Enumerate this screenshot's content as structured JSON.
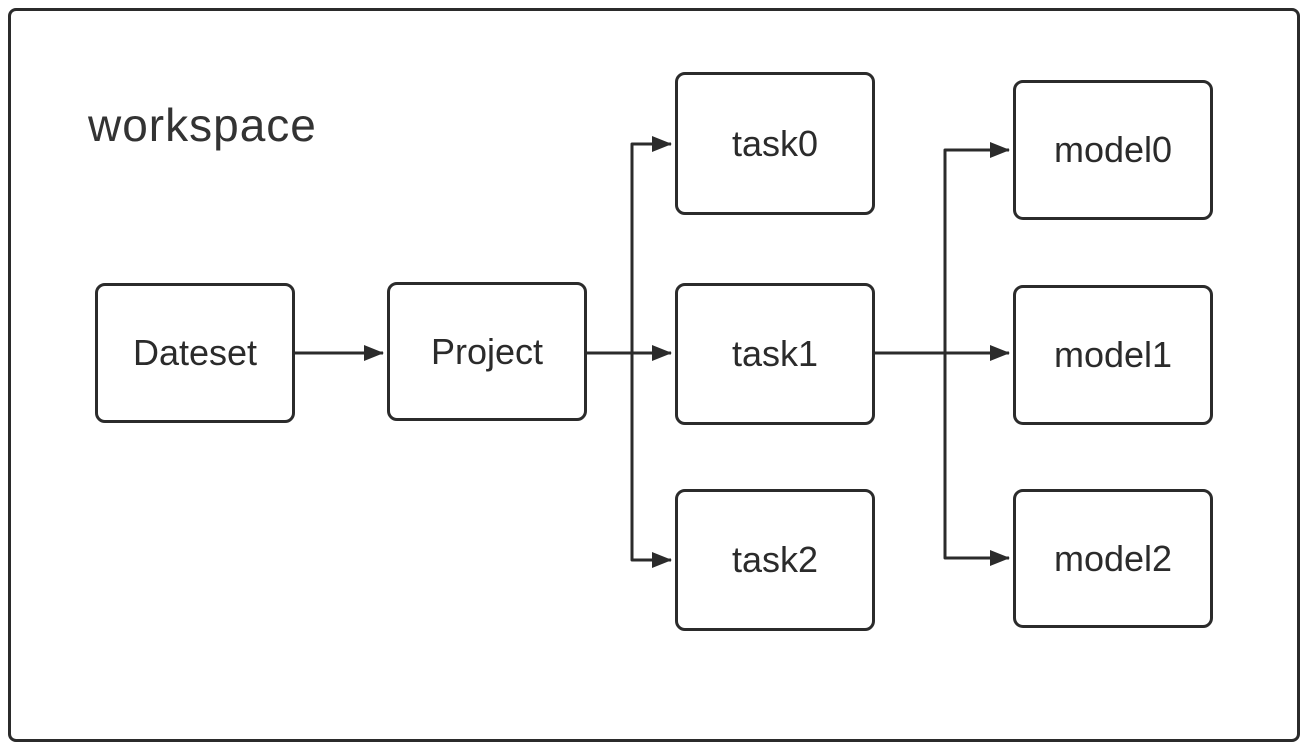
{
  "diagram": {
    "title": "workspace",
    "nodes": [
      {
        "id": "dateset",
        "label": "Dateset"
      },
      {
        "id": "project",
        "label": "Project"
      },
      {
        "id": "task0",
        "label": "task0"
      },
      {
        "id": "task1",
        "label": "task1"
      },
      {
        "id": "task2",
        "label": "task2"
      },
      {
        "id": "model0",
        "label": "model0"
      },
      {
        "id": "model1",
        "label": "model1"
      },
      {
        "id": "model2",
        "label": "model2"
      }
    ],
    "edges": [
      {
        "from": "Dateset",
        "to": "Project"
      },
      {
        "from": "Project",
        "to": "task0"
      },
      {
        "from": "Project",
        "to": "task1"
      },
      {
        "from": "Project",
        "to": "task2"
      },
      {
        "from": "task1",
        "to": "model0"
      },
      {
        "from": "task1",
        "to": "model1"
      },
      {
        "from": "task1",
        "to": "model2"
      }
    ],
    "colors": {
      "stroke": "#2b2b2b",
      "node_fill": "#ffffff",
      "background": "#ffffff"
    }
  }
}
